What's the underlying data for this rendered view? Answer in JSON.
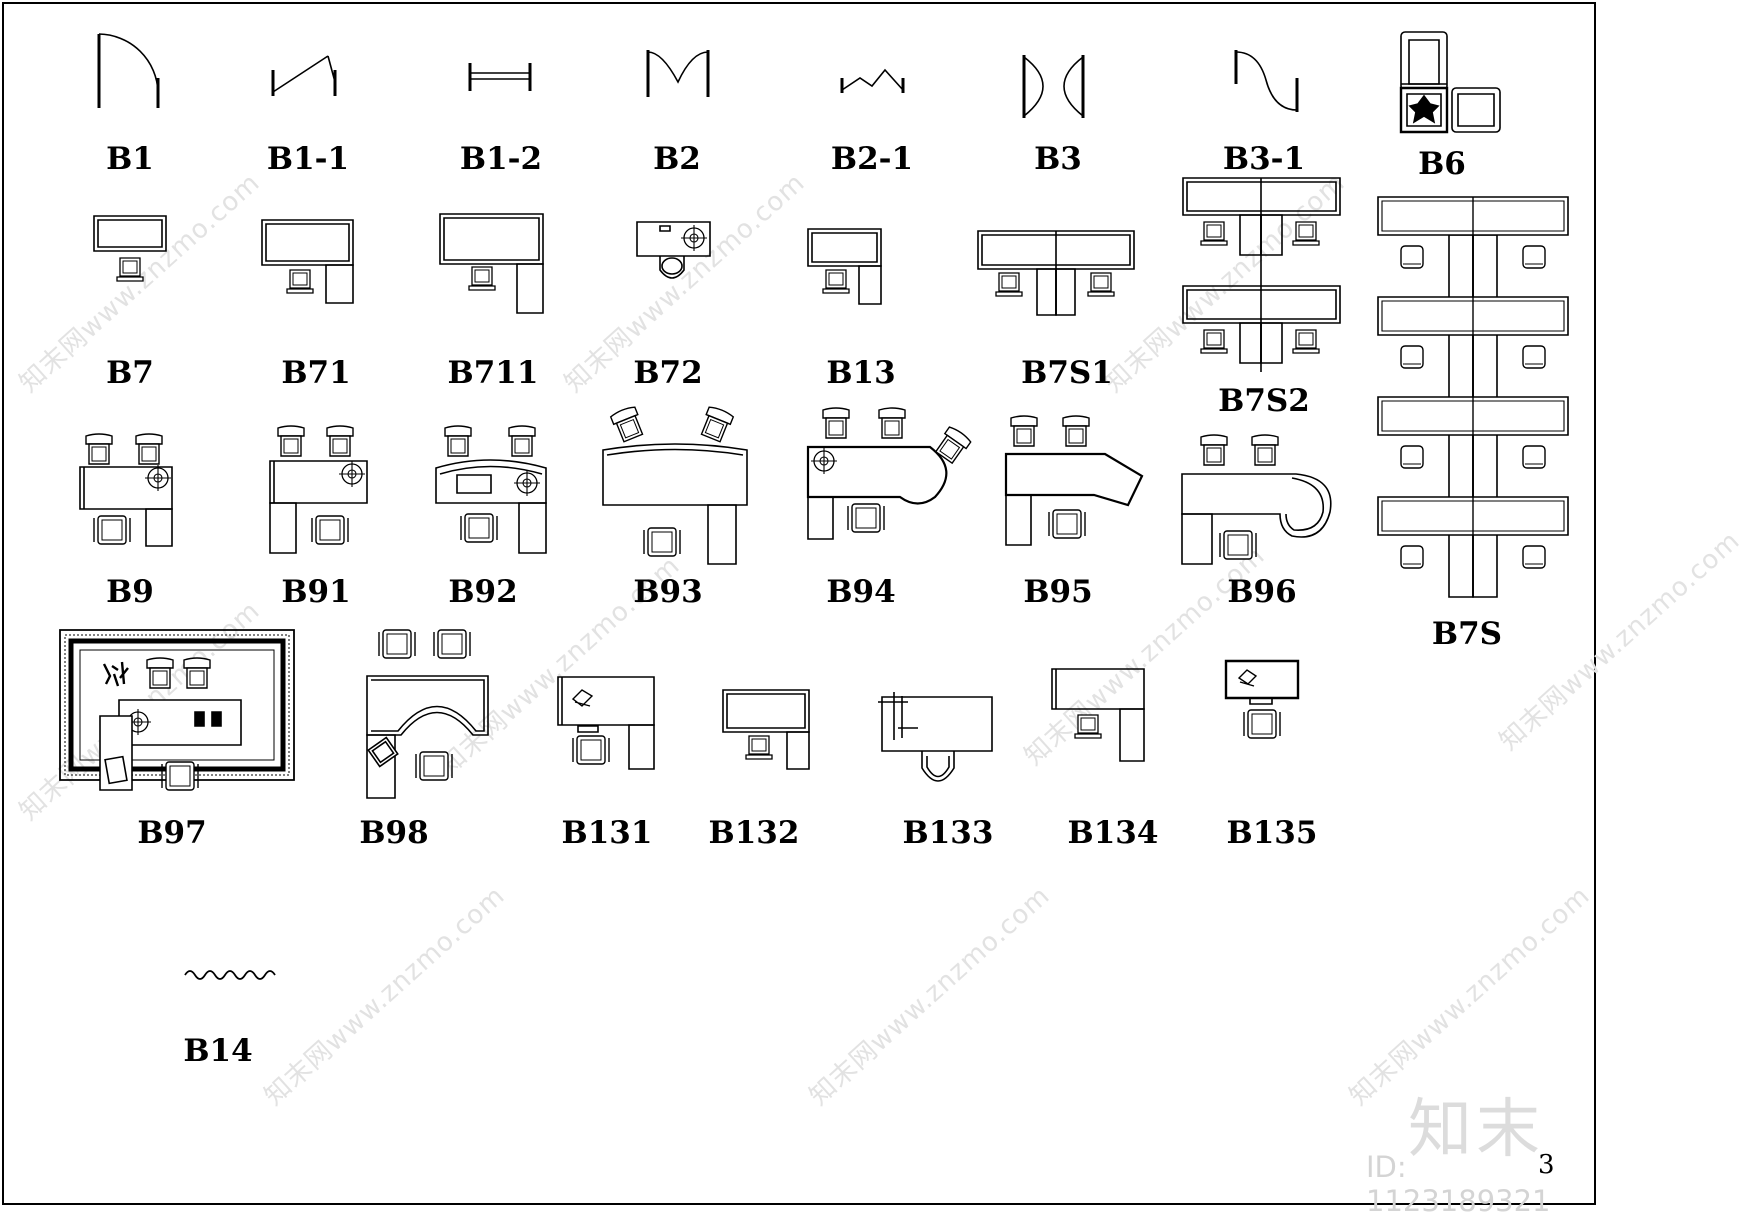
{
  "symbols": [
    {
      "id": "b1",
      "label": "B1"
    },
    {
      "id": "b1-1",
      "label": "B1-1"
    },
    {
      "id": "b1-2",
      "label": "B1-2"
    },
    {
      "id": "b2",
      "label": "B2"
    },
    {
      "id": "b2-1",
      "label": "B2-1"
    },
    {
      "id": "b3",
      "label": "B3"
    },
    {
      "id": "b3-1",
      "label": "B3-1"
    },
    {
      "id": "b6",
      "label": "B6"
    },
    {
      "id": "b7",
      "label": "B7"
    },
    {
      "id": "b71",
      "label": "B71"
    },
    {
      "id": "b711",
      "label": "B711"
    },
    {
      "id": "b72",
      "label": "B72"
    },
    {
      "id": "b13",
      "label": "B13"
    },
    {
      "id": "b7s1",
      "label": "B7S1"
    },
    {
      "id": "b7s2",
      "label": "B7S2"
    },
    {
      "id": "b7s",
      "label": "B7S"
    },
    {
      "id": "b9",
      "label": "B9"
    },
    {
      "id": "b91",
      "label": "B91"
    },
    {
      "id": "b92",
      "label": "B92"
    },
    {
      "id": "b93",
      "label": "B93"
    },
    {
      "id": "b94",
      "label": "B94"
    },
    {
      "id": "b95",
      "label": "B95"
    },
    {
      "id": "b96",
      "label": "B96"
    },
    {
      "id": "b97",
      "label": "B97"
    },
    {
      "id": "b98",
      "label": "B98"
    },
    {
      "id": "b131",
      "label": "B131"
    },
    {
      "id": "b132",
      "label": "B132"
    },
    {
      "id": "b133",
      "label": "B133"
    },
    {
      "id": "b134",
      "label": "B134"
    },
    {
      "id": "b135",
      "label": "B135"
    },
    {
      "id": "b14",
      "label": "B14"
    }
  ],
  "watermark": {
    "text": "知末网www.znzmo.com",
    "brand": "知末",
    "id_text": "ID: 1123189321",
    "color": "#e2e2e2"
  },
  "page_number": "3"
}
